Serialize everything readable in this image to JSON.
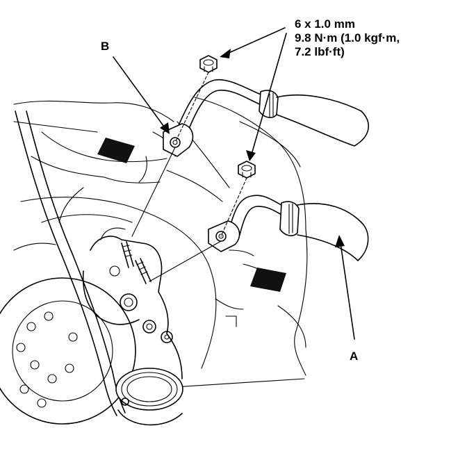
{
  "spec": {
    "line1": "6 x 1.0 mm",
    "line2": "9.8 N·m (1.0 kgf·m,",
    "line3": "7.2 lbf·ft)"
  },
  "callouts": {
    "a": "A",
    "b": "B"
  }
}
